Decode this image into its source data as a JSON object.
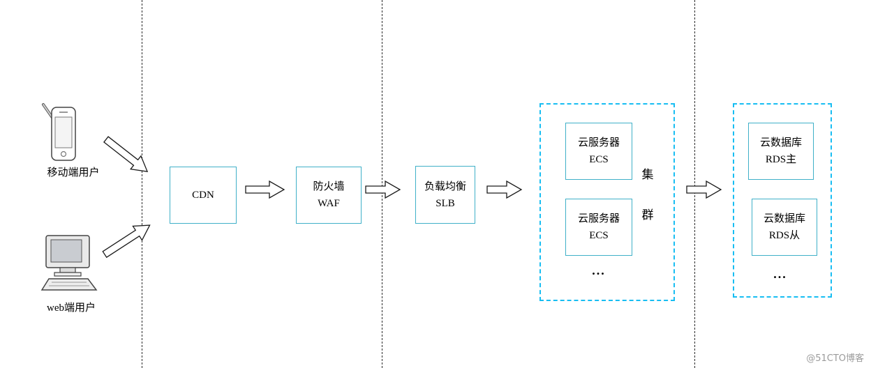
{
  "diagram": {
    "users": [
      {
        "label": "移动端用户",
        "icon": "mobile-phone-icon"
      },
      {
        "label": "web端用户",
        "icon": "desktop-computer-icon"
      }
    ],
    "nodes": {
      "cdn": {
        "line1": "CDN"
      },
      "waf": {
        "line1": "防火墙",
        "line2": "WAF"
      },
      "slb": {
        "line1": "负载均衡",
        "line2": "SLB"
      },
      "ecs1": {
        "line1": "云服务器",
        "line2": "ECS"
      },
      "ecs2": {
        "line1": "云服务器",
        "line2": "ECS"
      },
      "rds1": {
        "line1": "云数据库",
        "line2": "RDS主"
      },
      "rds2": {
        "line1": "云数据库",
        "line2": "RDS从"
      }
    },
    "cluster_label": [
      "集",
      "群"
    ],
    "ecs_ellipsis": "...",
    "rds_ellipsis": "...",
    "watermark": "@51CTO博客"
  },
  "colors": {
    "node_border": "#3fb0c8",
    "dashed_container": "#17bdf2",
    "separator": "#2b2b2b",
    "text": "#000000",
    "watermark": "#9b9b9b"
  }
}
